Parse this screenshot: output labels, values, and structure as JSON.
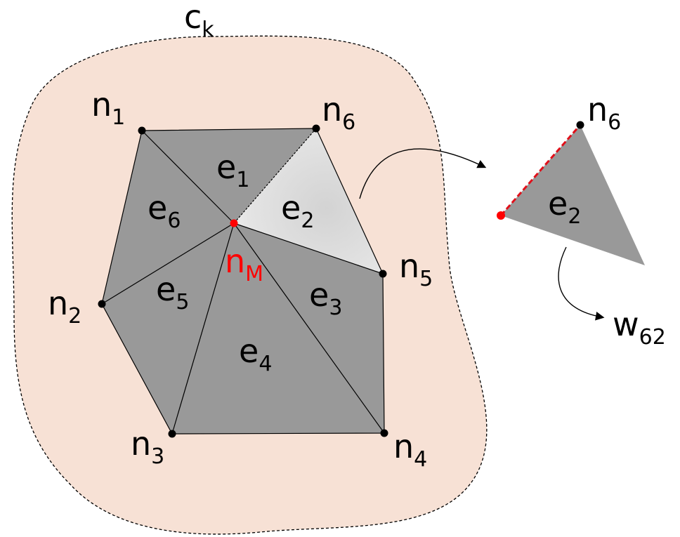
{
  "cluster": {
    "name": "c",
    "sub": "k"
  },
  "nodes": {
    "n1": {
      "name": "n",
      "sub": "1"
    },
    "n2": {
      "name": "n",
      "sub": "2"
    },
    "n3": {
      "name": "n",
      "sub": "3"
    },
    "n4": {
      "name": "n",
      "sub": "4"
    },
    "n5": {
      "name": "n",
      "sub": "5"
    },
    "n6": {
      "name": "n",
      "sub": "6"
    },
    "nM": {
      "name": "n",
      "sub": "M"
    }
  },
  "elements": {
    "e1": {
      "name": "e",
      "sub": "1"
    },
    "e2": {
      "name": "e",
      "sub": "2"
    },
    "e3": {
      "name": "e",
      "sub": "3"
    },
    "e4": {
      "name": "e",
      "sub": "4"
    },
    "e5": {
      "name": "e",
      "sub": "5"
    },
    "e6": {
      "name": "e",
      "sub": "6"
    }
  },
  "detail": {
    "node": {
      "name": "n",
      "sub": "6"
    },
    "element": {
      "name": "e",
      "sub": "2"
    },
    "weight": {
      "name": "w",
      "sub": "62"
    }
  },
  "colors": {
    "region_fill": "#f7e1d5",
    "element_fill": "#999999",
    "highlight_fill": "#dedede",
    "node": "#000000",
    "midpoint": "#ff0000",
    "midpoint_label": "#ff0000",
    "edge_highlight": "#e0101a"
  }
}
